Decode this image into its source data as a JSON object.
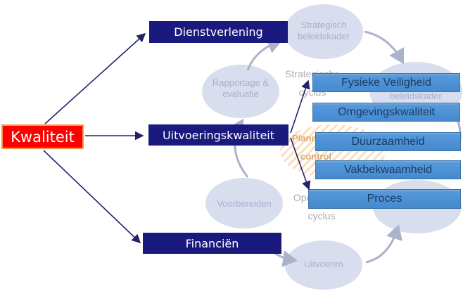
{
  "root_box": {
    "label": "Kwaliteit"
  },
  "category_boxes": [
    {
      "label": "Dienstverlening"
    },
    {
      "label": "Uitvoeringskwaliteit"
    },
    {
      "label": "Financiën"
    }
  ],
  "aspect_boxes": [
    {
      "label": "Fysieke Veiligheid"
    },
    {
      "label": "Omgevingskwaliteit"
    },
    {
      "label": "Duurzaamheid"
    },
    {
      "label": "Vakbekwaamheid"
    },
    {
      "label": "Proces"
    }
  ],
  "background_cycle": {
    "ellipse_strategisch": {
      "line1": "Strategisch",
      "line2": "beleidskader"
    },
    "ellipse_rapportage": {
      "line1": "Rapportage &",
      "line2": "evaluatie"
    },
    "ellipse_right_top": {
      "line2": "beleidskader"
    },
    "ellipse_voorbereiden": {
      "label": "Voorbereiden"
    },
    "ellipse_uitvoeren": {
      "label": "Uitvoeren"
    },
    "strategische_cyclus": {
      "line1": "Strategische",
      "line2": "cyclus"
    },
    "operationele_cyclus": {
      "line1": "Operationele",
      "line2": "cyclus"
    },
    "planning_control": {
      "line1": "Planning &",
      "line2": "control"
    }
  },
  "colors": {
    "root_fill": "#FF0000",
    "root_border": "#F79646",
    "category_fill": "#1A1A7E",
    "aspect_fill": "#4A90D5",
    "aspect_border": "#3E74A8",
    "aspect_text": "#1B3C63",
    "ellipse_fill": "#D3DAEC",
    "ellipse_text": "#A7B1CF",
    "cycle_text": "#9C9EA8",
    "control_text": "#D9A264",
    "arrow_navy": "#23236B",
    "arc_gray": "#ACB3C9"
  }
}
